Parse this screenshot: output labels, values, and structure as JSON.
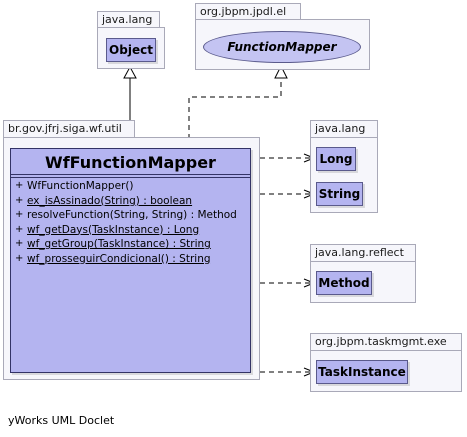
{
  "packages": {
    "java_lang_object": "java.lang",
    "jbpm_jpdl_el": "org.jbpm.jpdl.el",
    "siga_util": "br.gov.jfrj.siga.wf.util",
    "java_lang_types": "java.lang",
    "java_lang_reflect": "java.lang.reflect",
    "jbpm_taskmgmt_exe": "org.jbpm.taskmgmt.exe"
  },
  "classes": {
    "object": "Object",
    "function_mapper": "FunctionMapper",
    "long": "Long",
    "string": "String",
    "method": "Method",
    "task_instance": "TaskInstance"
  },
  "main_class": {
    "name": "WfFunctionMapper",
    "operations": [
      {
        "visibility": "+",
        "signature": "WfFunctionMapper()",
        "static": false
      },
      {
        "visibility": "+",
        "signature": "ex_isAssinado(String) : boolean",
        "static": true
      },
      {
        "visibility": "+",
        "signature": "resolveFunction(String, String) : Method",
        "static": false
      },
      {
        "visibility": "+",
        "signature": "wf_getDays(TaskInstance) : Long",
        "static": true
      },
      {
        "visibility": "+",
        "signature": "wf_getGroup(TaskInstance) : String",
        "static": true
      },
      {
        "visibility": "+",
        "signature": "wf_prosseguirCondicional() : String",
        "static": true
      }
    ]
  },
  "caption": "yWorks UML Doclet",
  "colors": {
    "class_fill": "#b4b4f0",
    "package_fill": "#f6f6fb",
    "package_border": "#a9a9b8"
  }
}
